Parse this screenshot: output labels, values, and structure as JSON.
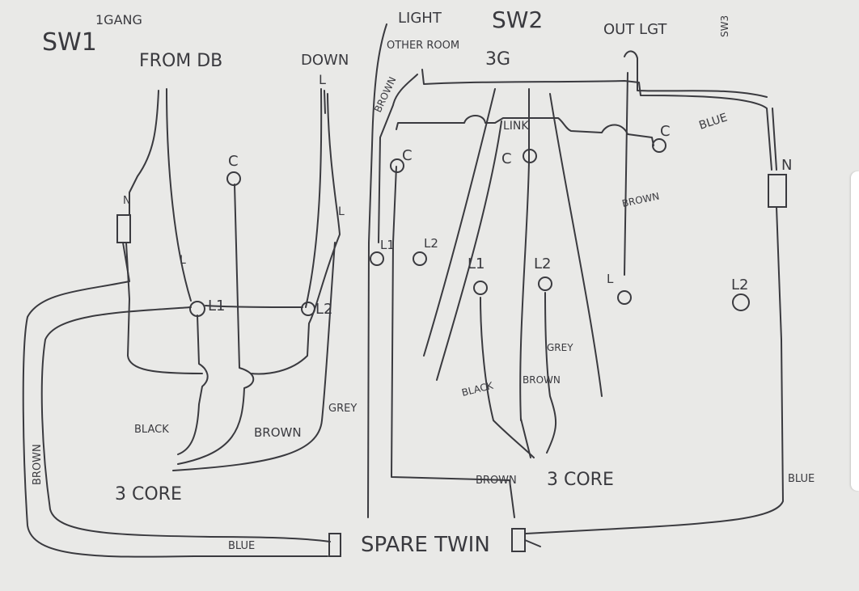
{
  "sw1": {
    "title": "SW1",
    "gang": "1GANG",
    "from_db": "FROM DB",
    "down": "DOWN",
    "down_l": "L",
    "c": "C",
    "n": "N",
    "l_left": "L",
    "l_right": "L",
    "l1": "L1",
    "l2": "L2",
    "black": "BLACK",
    "brown": "BROWN",
    "grey": "GREY",
    "brown_side": "BROWN",
    "three_core": "3 CORE"
  },
  "sw2": {
    "light": "LIGHT",
    "other_room": "OTHER ROOM",
    "brown_vertical": "BROWN",
    "title": "SW2",
    "subtitle": "3G",
    "out_lgt": "OUT LGT",
    "corner": "SW3",
    "blue_top": "BLUE",
    "link": "LINK",
    "c_left": "C",
    "c_mid": "C",
    "c_right": "C",
    "brown_mid": "BROWN",
    "n": "N",
    "l1_a": "L1",
    "l2_a": "L2",
    "l1_b": "L1",
    "l2_b": "L2",
    "l_right": "L",
    "l2_far": "L2",
    "grey": "GREY",
    "black": "BLACK",
    "brown": "BROWN",
    "brown_bottom": "BROWN",
    "three_core": "3 CORE",
    "blue_right": "BLUE"
  },
  "bottom": {
    "blue": "BLUE",
    "spare_twin": "SPARE TWIN"
  }
}
